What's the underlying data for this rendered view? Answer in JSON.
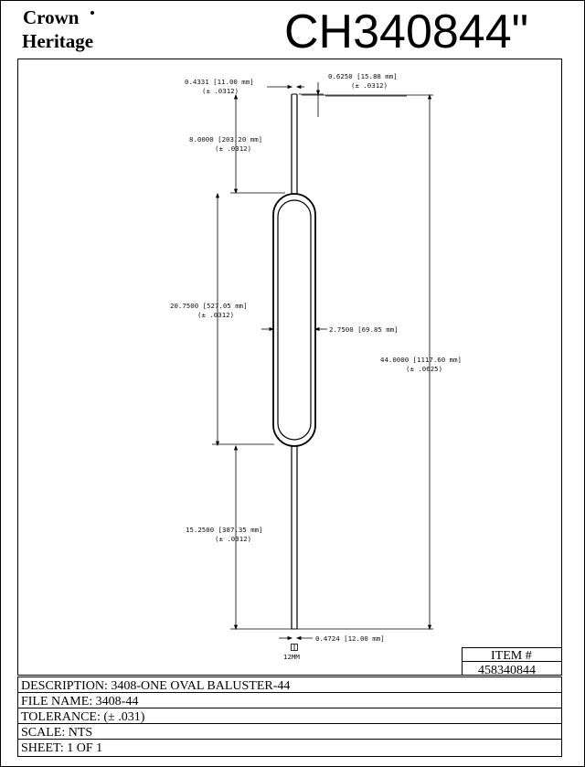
{
  "brand": {
    "line1": "Crown",
    "line2": "Heritage"
  },
  "part_number": "CH340844\"",
  "dimensions": {
    "top_width": {
      "value": "0.4331 [11.00 mm]",
      "tol": "(± .0312)"
    },
    "top_cap": {
      "value": "0.6250 [15.88 mm]",
      "tol": "(± .0312)"
    },
    "upper": {
      "value": "8.0000 [203.20 mm]",
      "tol": "(± .0312)"
    },
    "oval_height": {
      "value": "20.7500 [527.05 mm]",
      "tol": "(± .0312)"
    },
    "oval_width": {
      "value": "2.7500 [69.85 mm]"
    },
    "overall": {
      "value": "44.0000 [1117.60 mm]",
      "tol": "(± .0625)"
    },
    "lower": {
      "value": "15.2500 [387.35 mm]",
      "tol": "(± .0312)"
    },
    "bottom_width": {
      "value": "0.4724 [12.00 mm]"
    },
    "bottom_section": "12MM"
  },
  "item": {
    "label": "ITEM #",
    "number": "458340844"
  },
  "title_block": {
    "description": "DESCRIPTION: 3408-ONE OVAL BALUSTER-44",
    "file_name": "FILE NAME: 3408-44",
    "tolerance": "TOLERANCE:  (± .031)",
    "scale": "SCALE: NTS",
    "sheet": "SHEET: 1 OF 1"
  }
}
